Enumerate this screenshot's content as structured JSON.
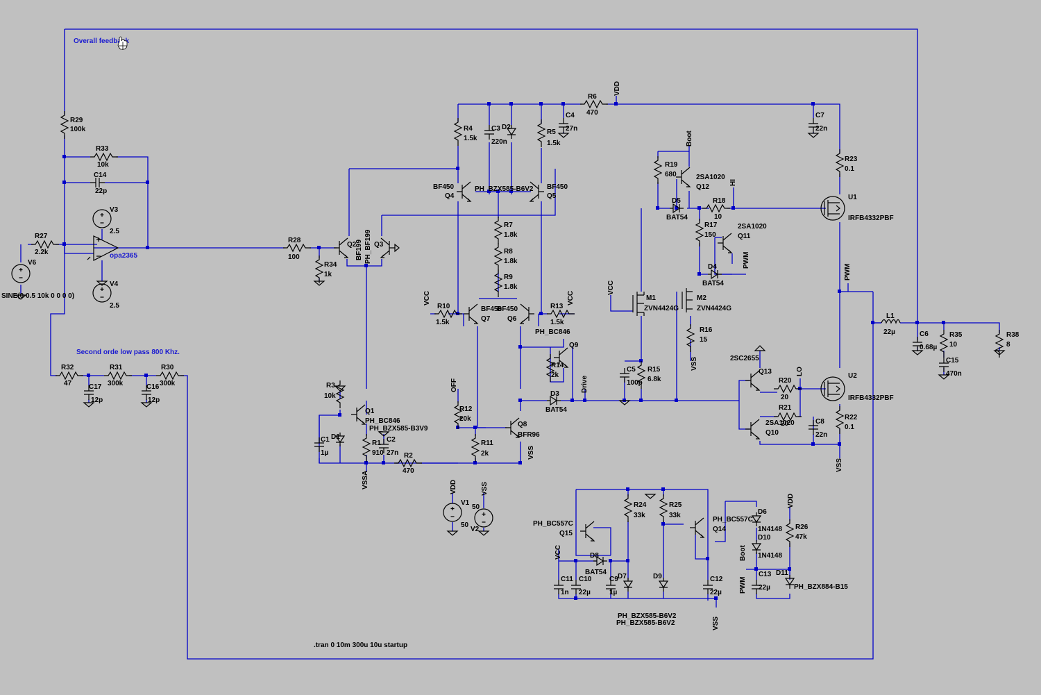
{
  "comments": {
    "feedback": "Overall feedback",
    "lowpass": "Second orde low pass 800 Khz.",
    "tran": ".tran 0 10m 300u 10u startup",
    "sine": "SINE(0 0.5 10k 0 0 0 0)",
    "opamp": "opa2365"
  },
  "resistors": [
    {
      "ref": "R29",
      "val": "100k"
    },
    {
      "ref": "R33",
      "val": "10k"
    },
    {
      "ref": "R27",
      "val": "2.2k"
    },
    {
      "ref": "R28",
      "val": "100"
    },
    {
      "ref": "R34",
      "val": "1k"
    },
    {
      "ref": "R4",
      "val": "1.5k"
    },
    {
      "ref": "R5",
      "val": "1.5k"
    },
    {
      "ref": "R6",
      "val": "470"
    },
    {
      "ref": "R7",
      "val": "1.8k"
    },
    {
      "ref": "R8",
      "val": "1.8k"
    },
    {
      "ref": "R9",
      "val": "1.8k"
    },
    {
      "ref": "R10",
      "val": "1.5k"
    },
    {
      "ref": "R13",
      "val": "1.5k"
    },
    {
      "ref": "R14",
      "val": "2k"
    },
    {
      "ref": "R3",
      "val": "10k"
    },
    {
      "ref": "R1",
      "val": "910"
    },
    {
      "ref": "R2",
      "val": "470"
    },
    {
      "ref": "R11",
      "val": "2k"
    },
    {
      "ref": "R12",
      "val": "20k"
    },
    {
      "ref": "R32",
      "val": "47"
    },
    {
      "ref": "R31",
      "val": "300k"
    },
    {
      "ref": "R30",
      "val": "300k"
    },
    {
      "ref": "R19",
      "val": "680"
    },
    {
      "ref": "R18",
      "val": "10"
    },
    {
      "ref": "R17",
      "val": "150"
    },
    {
      "ref": "R16",
      "val": "15"
    },
    {
      "ref": "R15",
      "val": "6.8k"
    },
    {
      "ref": "R23",
      "val": "0.1"
    },
    {
      "ref": "R22",
      "val": "0.1"
    },
    {
      "ref": "R20",
      "val": "20"
    },
    {
      "ref": "R21",
      "val": "20"
    },
    {
      "ref": "R35",
      "val": "10"
    },
    {
      "ref": "R38",
      "val": "8"
    },
    {
      "ref": "R24",
      "val": "33k"
    },
    {
      "ref": "R25",
      "val": "33k"
    },
    {
      "ref": "R26",
      "val": "47k"
    }
  ],
  "capacitors": [
    {
      "ref": "C14",
      "val": "22p"
    },
    {
      "ref": "C3",
      "val": "220n"
    },
    {
      "ref": "C4",
      "val": "27n"
    },
    {
      "ref": "C7",
      "val": "22n"
    },
    {
      "ref": "C1",
      "val": "1µ"
    },
    {
      "ref": "C2",
      "val": "27n"
    },
    {
      "ref": "C17",
      "val": "12p"
    },
    {
      "ref": "C16",
      "val": "12p"
    },
    {
      "ref": "C5",
      "val": "100p"
    },
    {
      "ref": "C6",
      "val": "0.68µ"
    },
    {
      "ref": "C15",
      "val": "470n"
    },
    {
      "ref": "C8",
      "val": "22n"
    },
    {
      "ref": "C11",
      "val": "1n"
    },
    {
      "ref": "C10",
      "val": "22µ"
    },
    {
      "ref": "C9",
      "val": "1µ"
    },
    {
      "ref": "C12",
      "val": "22µ"
    },
    {
      "ref": "C13",
      "val": "22µ"
    }
  ],
  "inductors": [
    {
      "ref": "L1",
      "val": "22µ"
    }
  ],
  "transistors": [
    {
      "ref": "Q2",
      "model": "BF199"
    },
    {
      "ref": "Q3",
      "model": "PH_BF199"
    },
    {
      "ref": "Q4",
      "model": "BF450"
    },
    {
      "ref": "Q5",
      "model": "BF450"
    },
    {
      "ref": "Q7",
      "model": "BF450"
    },
    {
      "ref": "Q6",
      "model": "BF450"
    },
    {
      "ref": "Q9",
      "model": "PH_BC846"
    },
    {
      "ref": "Q1",
      "model": "PH_BC846"
    },
    {
      "ref": "Q8",
      "model": "BFR96"
    },
    {
      "ref": "Q12",
      "model": "2SA1020"
    },
    {
      "ref": "Q11",
      "model": "2SA1020"
    },
    {
      "ref": "Q13",
      "model": "2SC2655"
    },
    {
      "ref": "Q10",
      "model": "2SA1020"
    },
    {
      "ref": "Q15",
      "model": "PH_BC557C"
    },
    {
      "ref": "Q14",
      "model": "PH_BC557C"
    }
  ],
  "mosfets": [
    {
      "ref": "M1",
      "model": "ZVN4424G"
    },
    {
      "ref": "M2",
      "model": "ZVN4424G"
    },
    {
      "ref": "U1",
      "model": "IRFB4332PBF"
    },
    {
      "ref": "U2",
      "model": "IRFB4332PBF"
    }
  ],
  "diodes": [
    {
      "ref": "D2",
      "model": "PH_BZX585-B6V2"
    },
    {
      "ref": "D1",
      "model": "PH_BZX585-B3V9"
    },
    {
      "ref": "D3",
      "model": "BAT54"
    },
    {
      "ref": "D5",
      "model": "BAT54"
    },
    {
      "ref": "D4",
      "model": "BAT54"
    },
    {
      "ref": "D8",
      "model": "BAT54"
    },
    {
      "ref": "D6",
      "model": "1N4148"
    },
    {
      "ref": "D10",
      "model": "1N4148"
    },
    {
      "ref": "D11",
      "model": "PH_BZX884-B15"
    },
    {
      "ref": "D7",
      "model": ""
    },
    {
      "ref": "D9",
      "model": ""
    }
  ],
  "zener_pair": [
    "PH_BZX585-B6V2",
    "PH_BZX585-B6V2"
  ],
  "sources": [
    {
      "ref": "V3",
      "val": "2.5"
    },
    {
      "ref": "V4",
      "val": "2.5"
    },
    {
      "ref": "V6",
      "val": ""
    },
    {
      "ref": "V1",
      "val": "50"
    },
    {
      "ref": "V2",
      "val": "50"
    }
  ],
  "nets": {
    "vdd": "VDD",
    "vss": "VSS",
    "vcc": "VCC",
    "vssa": "VSSA",
    "boot": "Boot",
    "hi": "HI",
    "lo": "LO",
    "pwm": "PWM",
    "off": "OFF",
    "drive": "Drive"
  },
  "colors": {
    "background": "#c0c0c0",
    "wire": "#0000c8",
    "component": "#000000",
    "comment": "#1a1ad0"
  }
}
